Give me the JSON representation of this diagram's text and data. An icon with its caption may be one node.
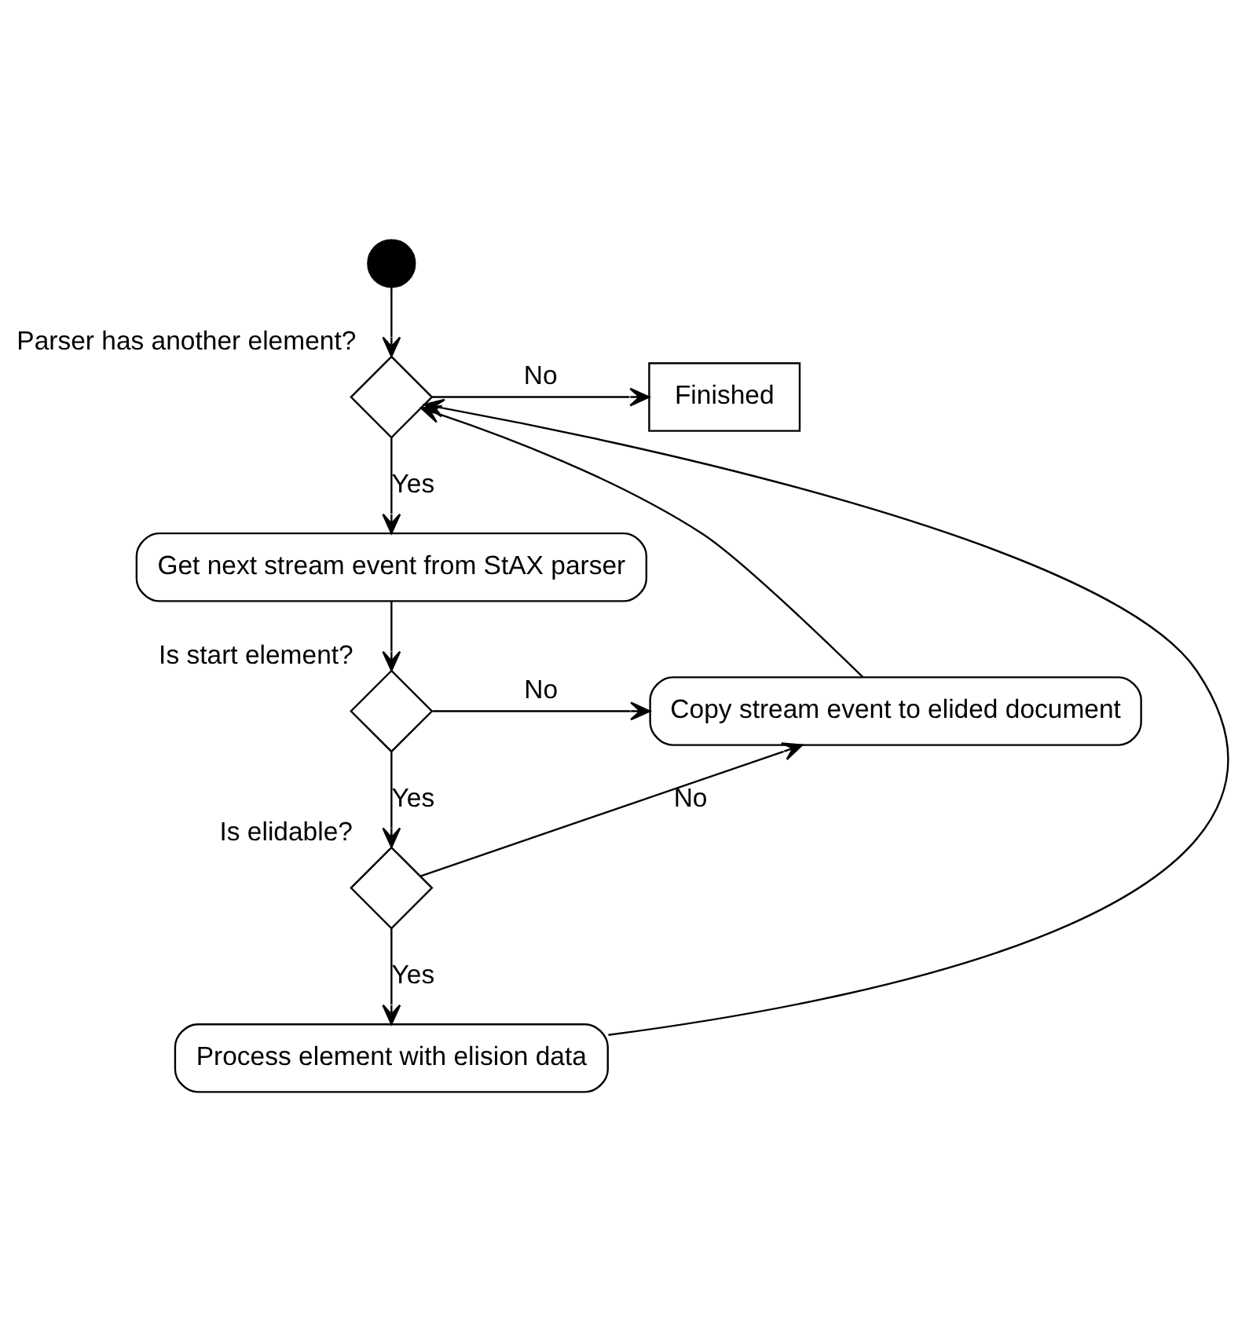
{
  "diagram": {
    "nodes": [
      {
        "text": [],
        "shape": "circle"
      },
      {
        "text": [],
        "shape": "diamond",
        "beside": [
          "Parser has another element?"
        ]
      },
      {
        "text": [
          "Finished"
        ]
      },
      {
        "text": [
          "Get next stream event from StAX parser"
        ]
      },
      {
        "text": [],
        "shape": "diamond",
        "beside": [
          "Is start element?"
        ]
      },
      {
        "text": [
          "Copy stream event to elided document"
        ]
      },
      {
        "text": [],
        "shape": "diamond",
        "beside": [
          "Is elidable?"
        ]
      },
      {
        "text": [
          "Process element with elision data"
        ]
      }
    ],
    "edges": [
      {
        "from": 0,
        "to": 1,
        "arrow": "to"
      },
      {
        "from": 1,
        "to": 2,
        "arrow": "to",
        "label": "No"
      },
      {
        "from": 1,
        "to": 3,
        "arrow": "to",
        "label": "Yes"
      },
      {
        "from": 3,
        "to": 4,
        "arrow": "to"
      },
      {
        "from": 4,
        "to": 5,
        "arrow": "to",
        "label": "No"
      },
      {
        "from": 4,
        "to": 6,
        "arrow": "to",
        "label": "Yes"
      },
      {
        "from": 6,
        "to": 5,
        "arrow": "to",
        "label": "No"
      },
      {
        "from": 6,
        "to": 7,
        "arrow": "to",
        "label": "Yes"
      },
      {
        "from": 7,
        "to": 1,
        "arrow": "to"
      },
      {
        "from": 5,
        "to": 1,
        "arrow": "to"
      }
    ]
  }
}
